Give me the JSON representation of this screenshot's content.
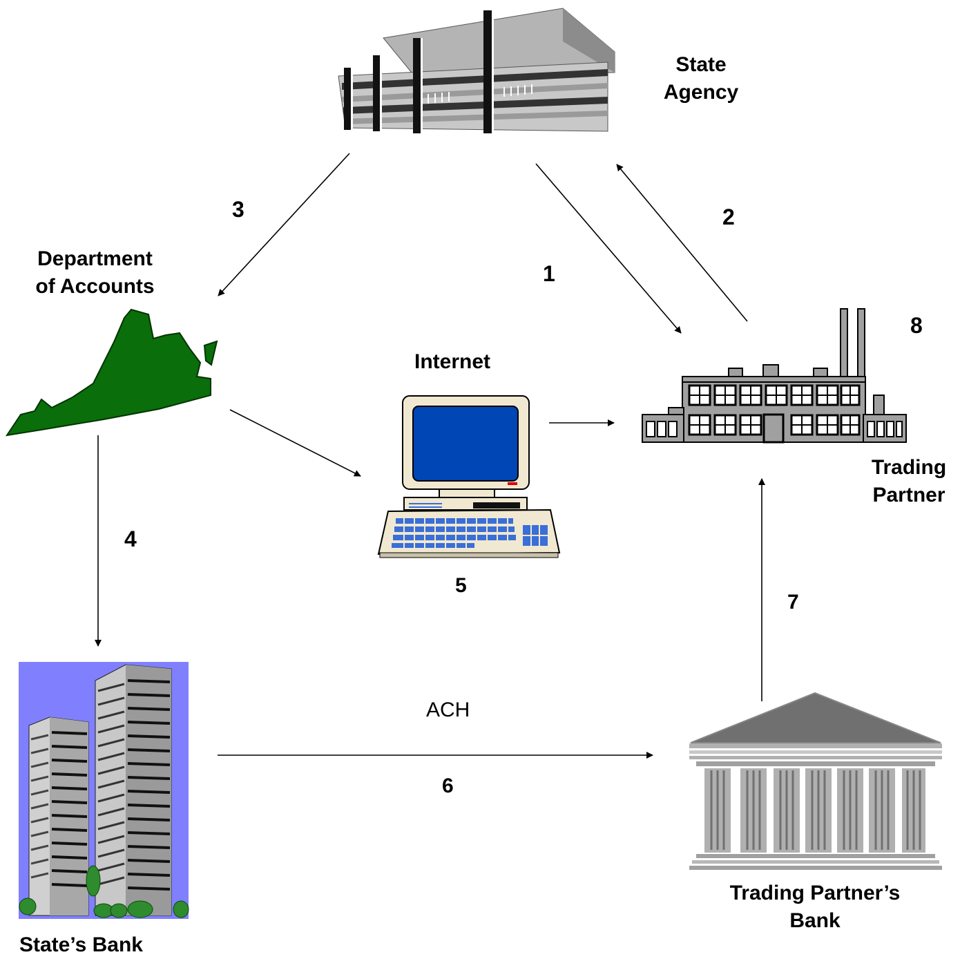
{
  "labels": {
    "state_agency": [
      "State",
      "Agency"
    ],
    "dept_accounts": [
      "Department",
      "of Accounts"
    ],
    "internet": "Internet",
    "trading_partner": [
      "Trading",
      "Partner"
    ],
    "states_bank": "State’s Bank",
    "tp_bank": [
      "Trading Partner’s",
      "Bank"
    ],
    "ach": "ACH"
  },
  "steps": {
    "s1": "1",
    "s2": "2",
    "s3": "3",
    "s4": "4",
    "s5": "5",
    "s6": "6",
    "s7": "7",
    "s8": "8"
  },
  "colors": {
    "virginia_green": "#0a6e0a",
    "screen_blue": "#0046b4",
    "sky_violet": "#8080ff",
    "building_gray": "#a0a0a0",
    "roof_gray": "#707070"
  }
}
